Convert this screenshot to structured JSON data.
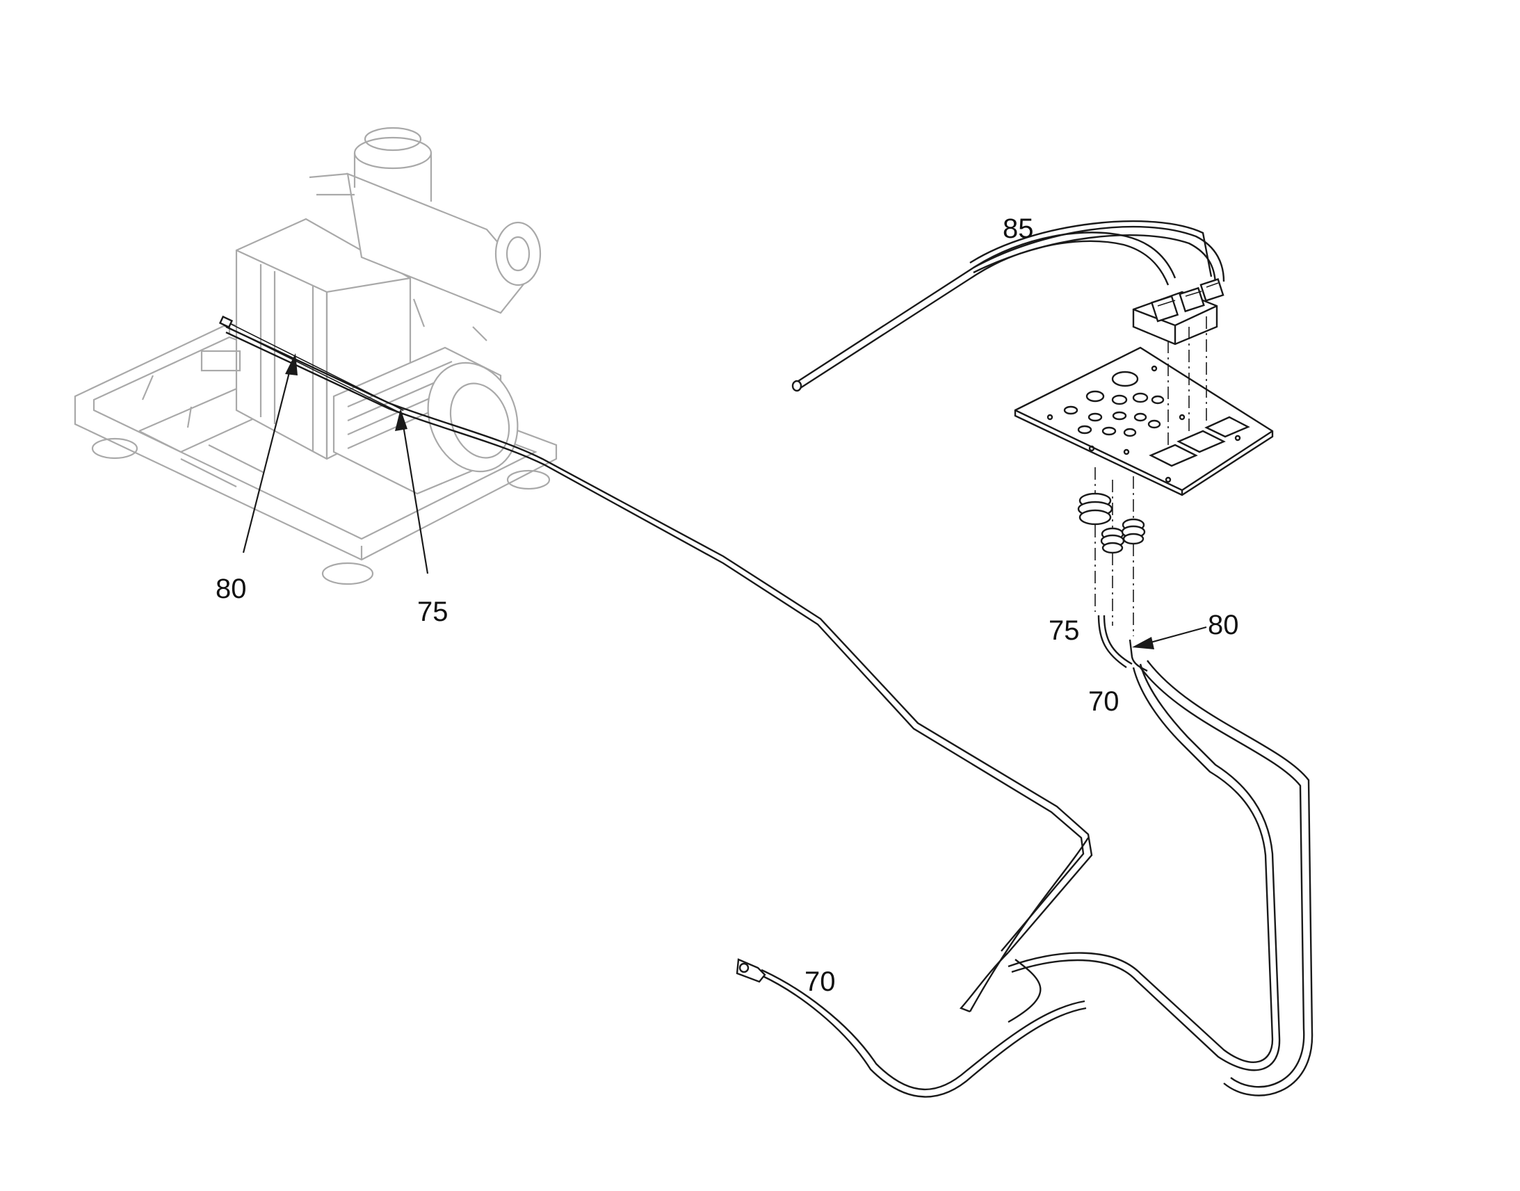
{
  "callouts": {
    "label_85": "85",
    "label_80_left": "80",
    "label_75_left": "75",
    "label_75_right": "75",
    "label_80_right": "80",
    "label_70_upper": "70",
    "label_70_lower": "70"
  },
  "colors": {
    "line": "#1a1a1a",
    "ghost_machine": "#a9a9a9",
    "background": "#ffffff"
  }
}
